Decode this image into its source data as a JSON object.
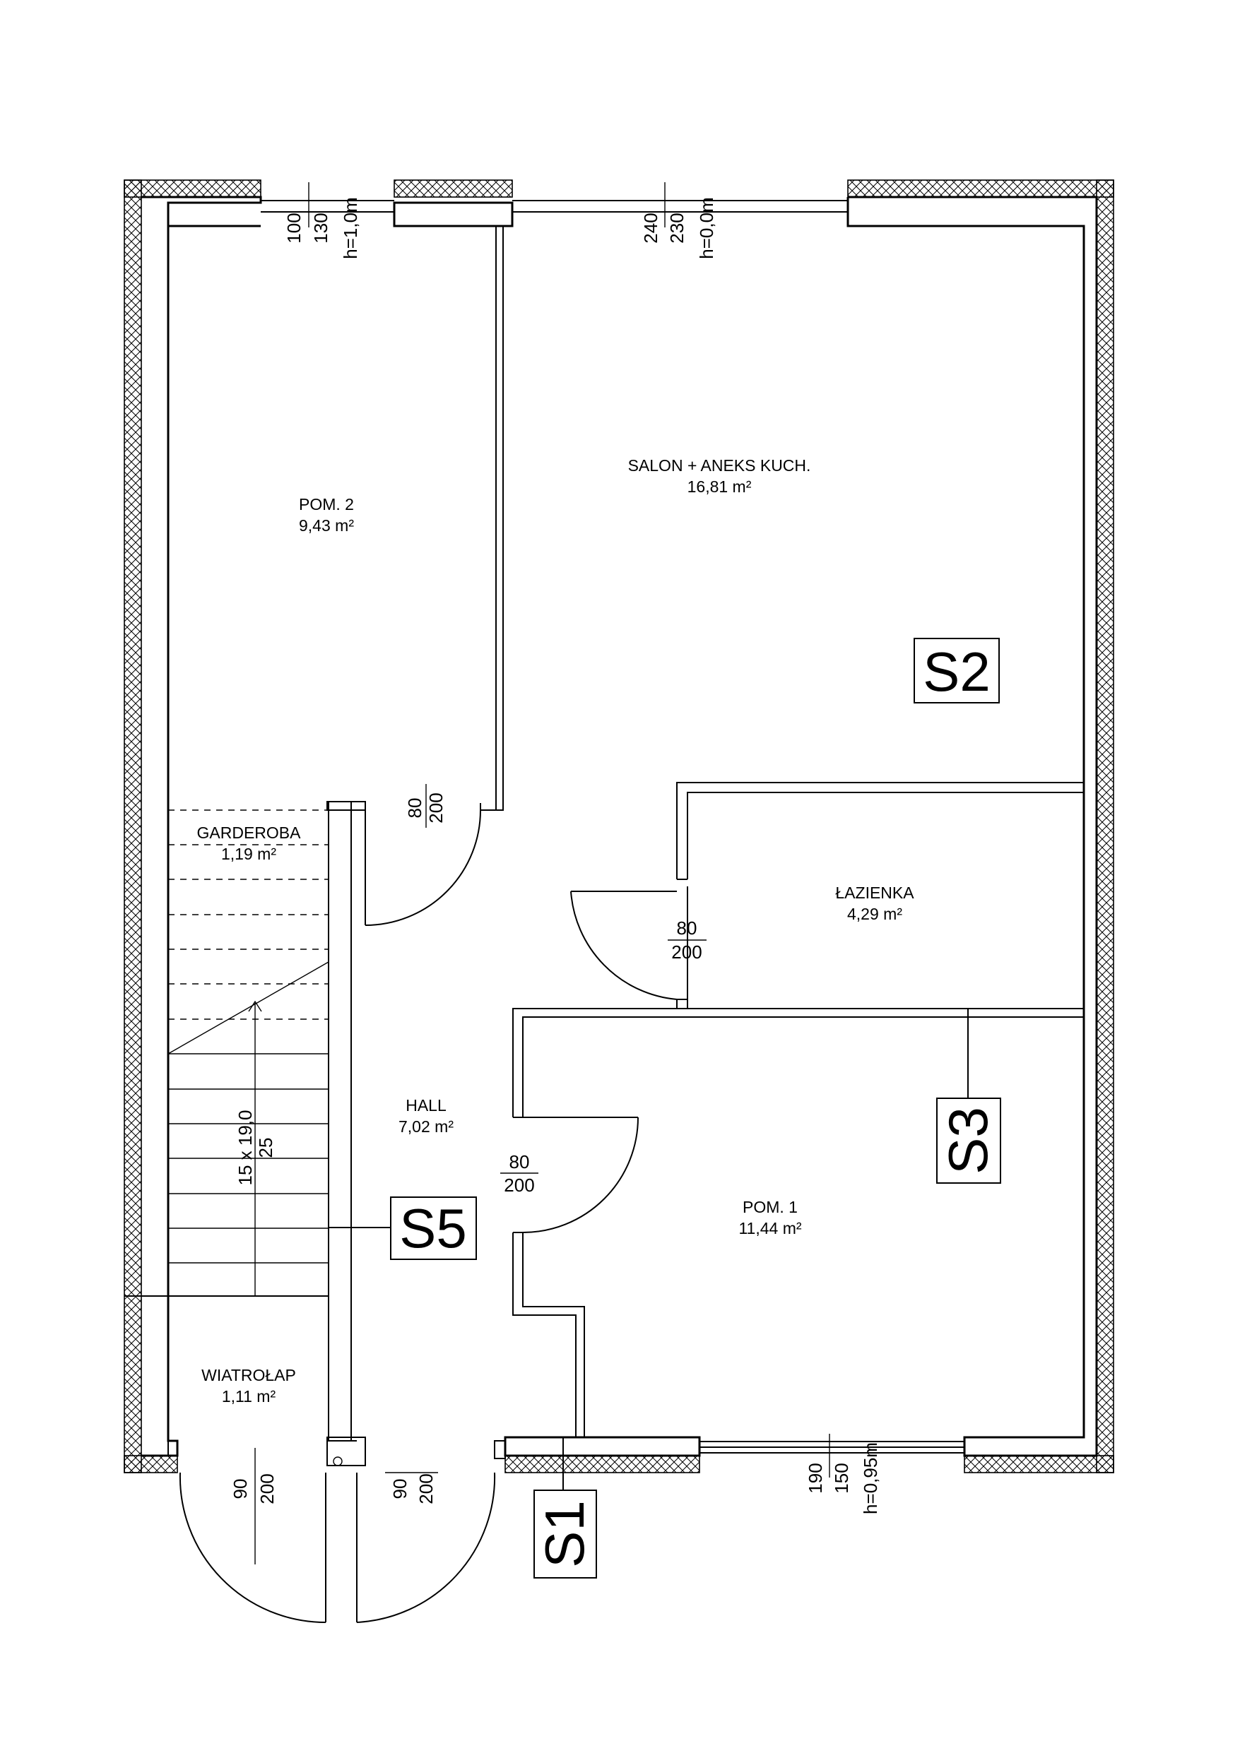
{
  "rooms": {
    "pom2": {
      "name": "POM. 2",
      "area": "9,43 m²"
    },
    "salon": {
      "name": "SALON + ANEKS KUCH.",
      "area": "16,81 m²"
    },
    "garderoba": {
      "name": "GARDEROBA",
      "area": "1,19 m²"
    },
    "lazienka": {
      "name": "ŁAZIENKA",
      "area": "4,29 m²"
    },
    "hall": {
      "name": "HALL",
      "area": "7,02 m²"
    },
    "pom1": {
      "name": "POM. 1",
      "area": "11,44 m²"
    },
    "wiatrolap": {
      "name": "WIATROŁAP",
      "area": "1,11 m²"
    }
  },
  "windows": {
    "w1": {
      "width": "100",
      "height": "130",
      "sill": "h=1,0m"
    },
    "w2": {
      "width": "240",
      "height": "230",
      "sill": "h=0,0m"
    },
    "w3": {
      "width": "190",
      "height": "150",
      "sill": "h=0,95m"
    }
  },
  "doors": {
    "d_pom2": {
      "width": "80",
      "height": "200"
    },
    "d_lazienka": {
      "width": "80",
      "height": "200"
    },
    "d_pom1": {
      "width": "80",
      "height": "200"
    },
    "d_entry1": {
      "width": "90",
      "height": "200"
    },
    "d_entry2": {
      "width": "90",
      "height": "200"
    }
  },
  "stairs": {
    "steps": "15 x 19,0",
    "tread": "25"
  },
  "sections": {
    "s1": "S1",
    "s2": "S2",
    "s3": "S3",
    "s5": "S5"
  }
}
